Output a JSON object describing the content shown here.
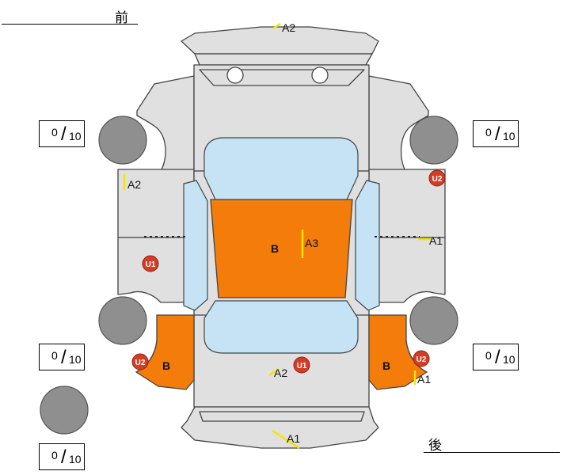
{
  "direction": {
    "front": "前",
    "rear": "後"
  },
  "scores": [
    {
      "id": "front-left",
      "value": "0",
      "max": "10"
    },
    {
      "id": "front-right",
      "value": "0",
      "max": "10"
    },
    {
      "id": "rear-left",
      "value": "0",
      "max": "10"
    },
    {
      "id": "rear-right",
      "value": "0",
      "max": "10"
    },
    {
      "id": "spare",
      "value": "0",
      "max": "10"
    }
  ],
  "damage_codes": {
    "front_bumper": "A2",
    "left_front_fender": "A2",
    "right_front_door": "A1",
    "roof": "A3",
    "roof_code": "B",
    "rear_panel": "A2",
    "rear_bumper": "A1",
    "right_rear_quarter": "A1",
    "left_rear_quarter_code": "B",
    "right_rear_quarter_code": "B"
  },
  "dent_marks": {
    "u1": "U1",
    "u2": "U2"
  },
  "colors": {
    "body": "#e0e0e0",
    "glass": "#c5e3f5",
    "damaged": "#f37c0a",
    "tire": "#8f8f8f",
    "dent": "#d43c26",
    "code_mark": "#f2e600"
  }
}
